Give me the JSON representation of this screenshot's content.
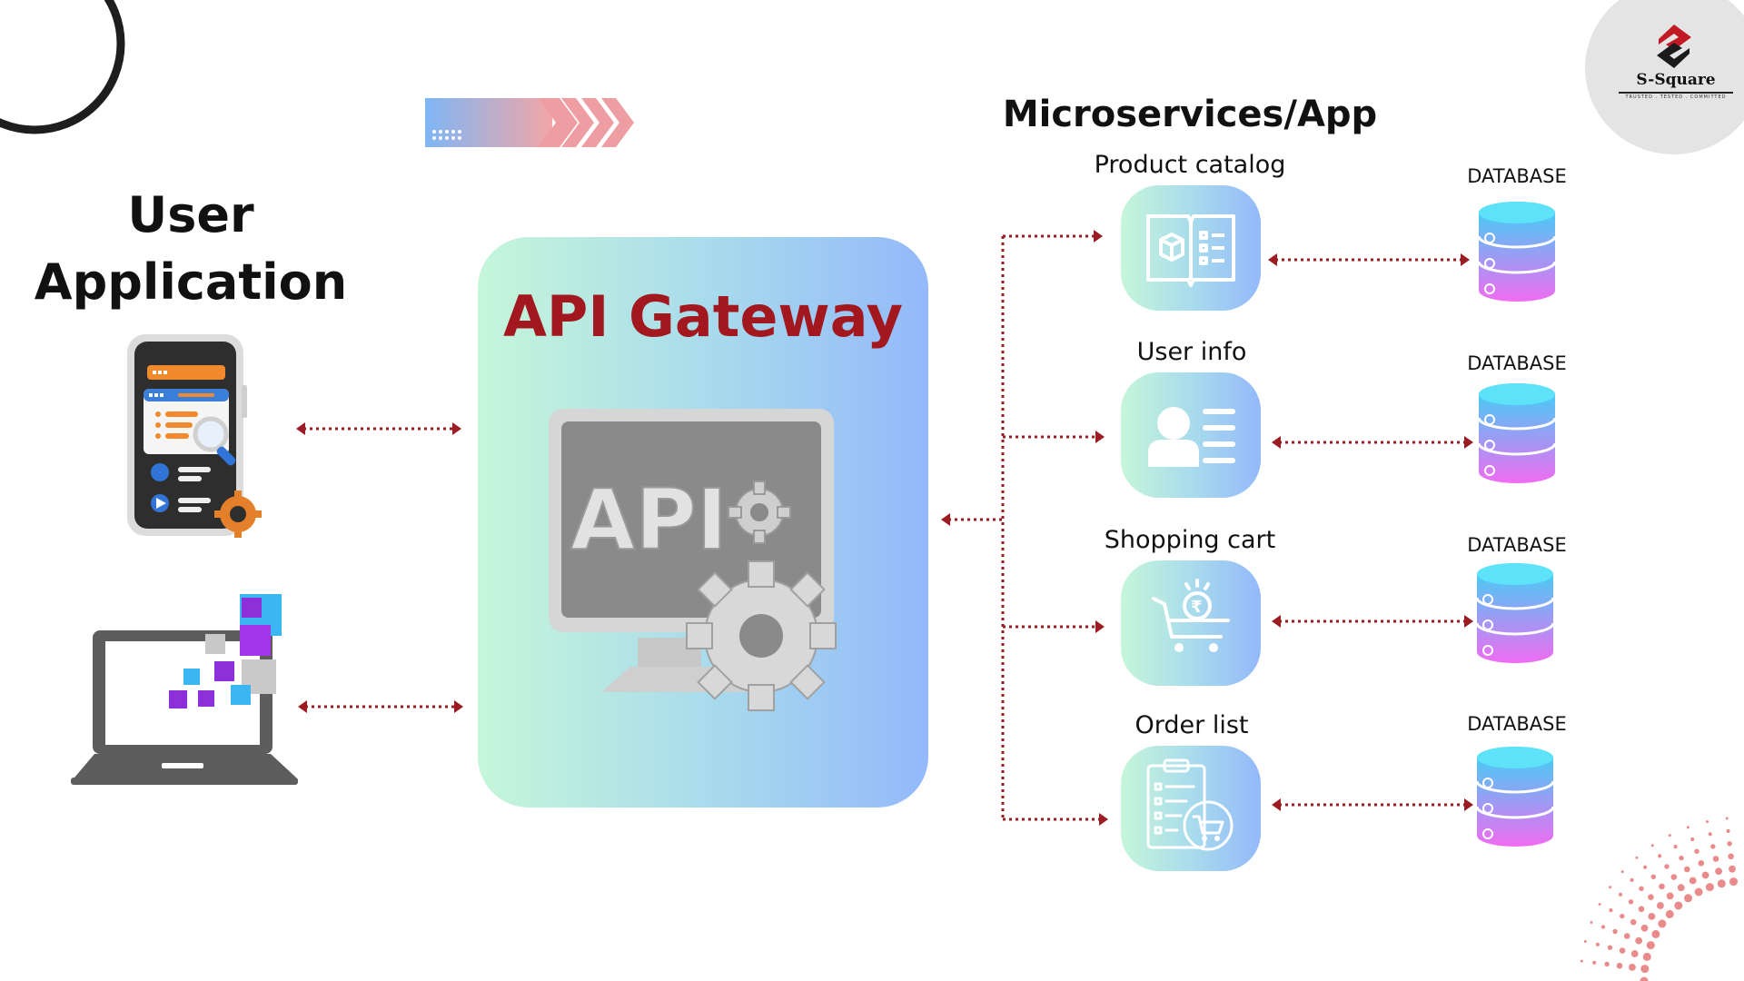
{
  "logo": {
    "name": "S-Square",
    "tagline": "TRUSTED . TESTED . COMMITTED"
  },
  "user_application": {
    "title_line1": "User",
    "title_line2": "Application"
  },
  "gateway": {
    "title": "API Gateway",
    "monitor_text": "API"
  },
  "microservices": {
    "title": "Microservices/App",
    "services": [
      {
        "label": "Product catalog",
        "icon": "catalog-book-icon",
        "db_label": "DATABASE"
      },
      {
        "label": "User info",
        "icon": "user-profile-icon",
        "db_label": "DATABASE"
      },
      {
        "label": "Shopping cart",
        "icon": "shopping-cart-icon",
        "db_label": "DATABASE"
      },
      {
        "label": "Order list",
        "icon": "order-list-icon",
        "db_label": "DATABASE"
      }
    ]
  },
  "colors": {
    "gateway_title": "#a3181f",
    "connector": "#9b1c22",
    "gradient_start": "#c6f6d9",
    "gradient_end": "#93b9fa",
    "database_top": "#36d6f5",
    "database_bottom": "#f06cf2"
  }
}
